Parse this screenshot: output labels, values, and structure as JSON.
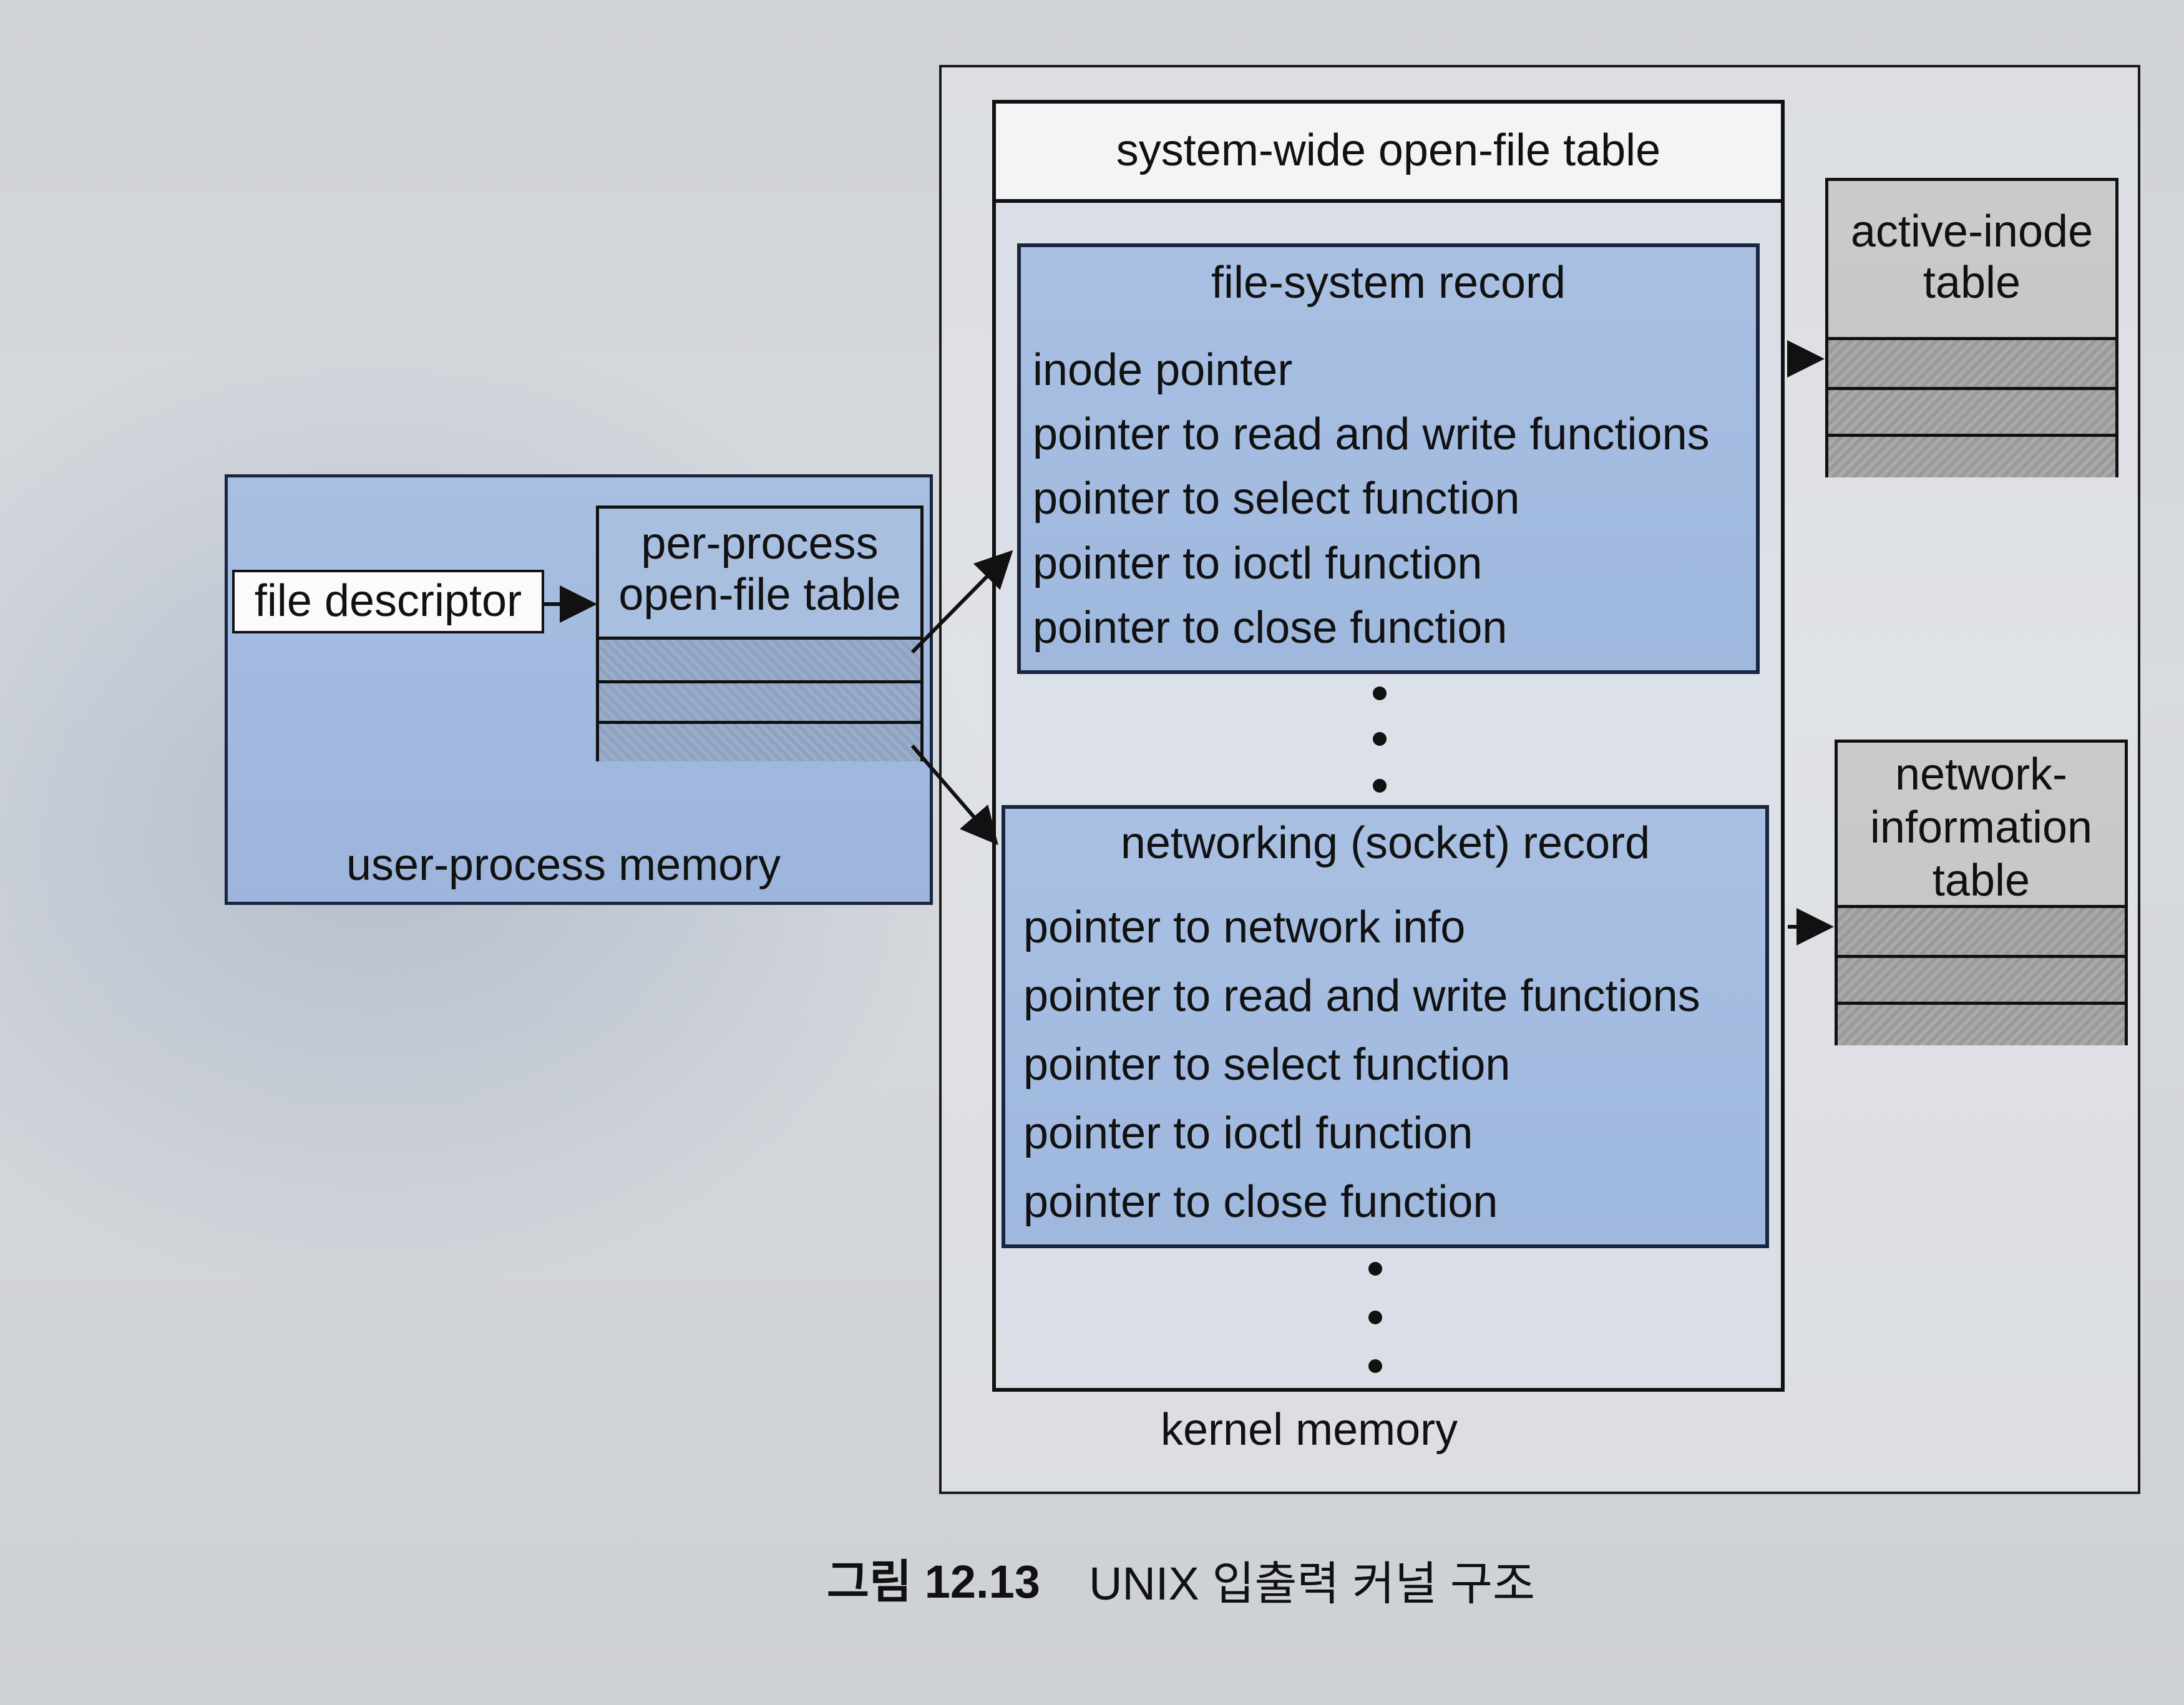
{
  "diagram": {
    "system_table": {
      "title": "system-wide open-file table"
    },
    "fs_record": {
      "title": "file-system record",
      "lines": [
        "inode pointer",
        "pointer to read and write functions",
        "pointer to select function",
        "pointer to ioctl function",
        "pointer to close function"
      ]
    },
    "net_record": {
      "title": "networking (socket) record",
      "lines": [
        "pointer to network info",
        "pointer to read and write functions",
        "pointer to select function",
        "pointer to ioctl function",
        "pointer to close function"
      ]
    },
    "user_memory": {
      "label": "user-process memory",
      "file_descriptor": "file descriptor",
      "per_process_table": [
        "per-process",
        "open-file table"
      ]
    },
    "inode_table": [
      "active-inode",
      "table"
    ],
    "network_table": [
      "network-",
      "information",
      "table"
    ],
    "kernel_label": "kernel memory"
  },
  "caption": {
    "number": "그림 12.13",
    "text": "UNIX 입출력 커널 구조"
  }
}
